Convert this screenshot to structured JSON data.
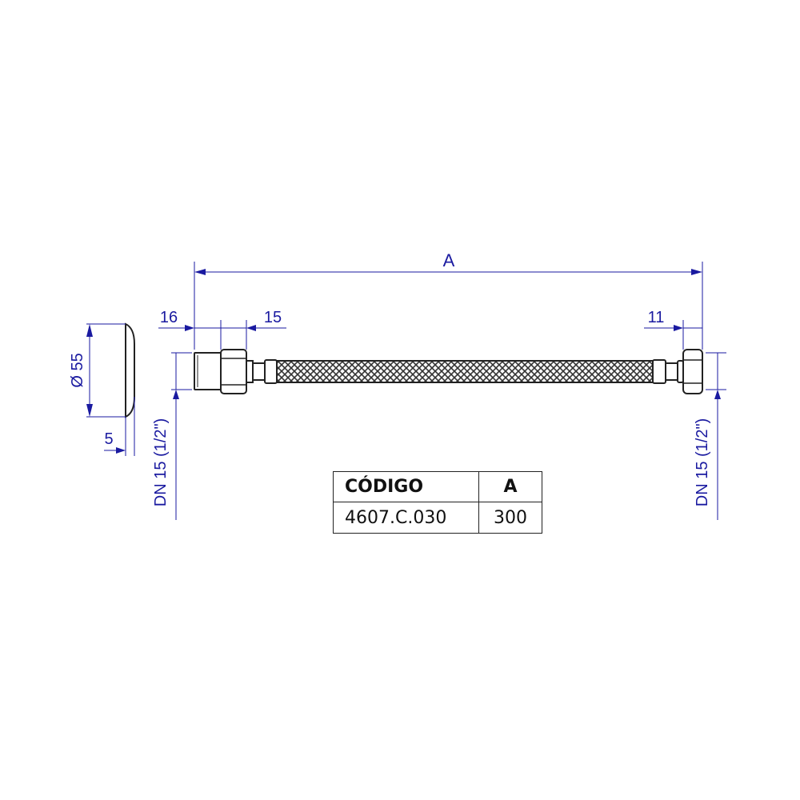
{
  "drawing": {
    "dimensions": {
      "overall_length_label": "A",
      "left_thread_length": "16",
      "left_nut_length": "15",
      "right_nut_length": "11",
      "escutcheon_diameter": "Ø 55",
      "escutcheon_thickness": "5",
      "left_connection": "DN 15 (1/2\")",
      "right_connection": "DN 15 (1/2\")"
    },
    "colors": {
      "dimension": "#1a1aa0",
      "outline": "#222222",
      "background": "#ffffff"
    }
  },
  "table": {
    "headers": [
      "CÓDIGO",
      "A"
    ],
    "rows": [
      [
        "4607.C.030",
        "300"
      ]
    ]
  }
}
